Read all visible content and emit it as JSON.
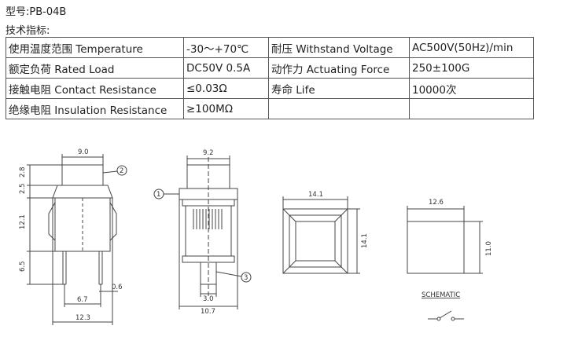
{
  "header": {
    "model": "型号:PB-04B",
    "spec_label": "技术指标:"
  },
  "specs": [
    [
      {
        "v": "使用温度范围 Temperature"
      },
      {
        "v": "-30～+70℃"
      },
      {
        "v": "耐压 Withstand Voltage"
      },
      {
        "v": "AC500V(50Hz)/min"
      }
    ],
    [
      {
        "v": "额定负荷 Rated Load"
      },
      {
        "v": "DC50V 0.5A"
      },
      {
        "v": "动作力 Actuating Force"
      },
      {
        "v": "250±100G"
      }
    ],
    [
      {
        "v": "接触电阻 Contact Resistance"
      },
      {
        "v": "≤0.03Ω"
      },
      {
        "v": "寿命 Life"
      },
      {
        "v": "10000次"
      }
    ],
    [
      {
        "v": "绝缘电阻 Insulation Resistance"
      },
      {
        "v": "≥100MΩ"
      },
      {
        "v": ""
      },
      {
        "v": ""
      }
    ]
  ],
  "drawing": {
    "side": {
      "top_width": "9.0",
      "h_cap": "2.8",
      "h_collar": "2.5",
      "h_body": "12.1",
      "h_pins": "6.5",
      "pin_pitch": "6.7",
      "pin_w": "0.6",
      "base_width": "12.3",
      "callout": "2"
    },
    "front": {
      "top_width": "9.2",
      "pin_w": "3.0",
      "base_width": "10.7",
      "callout1": "1",
      "callout3": "3"
    },
    "top": {
      "width": "14.1",
      "height": "14.1"
    },
    "cutout": {
      "width": "12.6",
      "height": "11.0"
    },
    "schematic": {
      "label": "SCHEMATIC"
    }
  }
}
